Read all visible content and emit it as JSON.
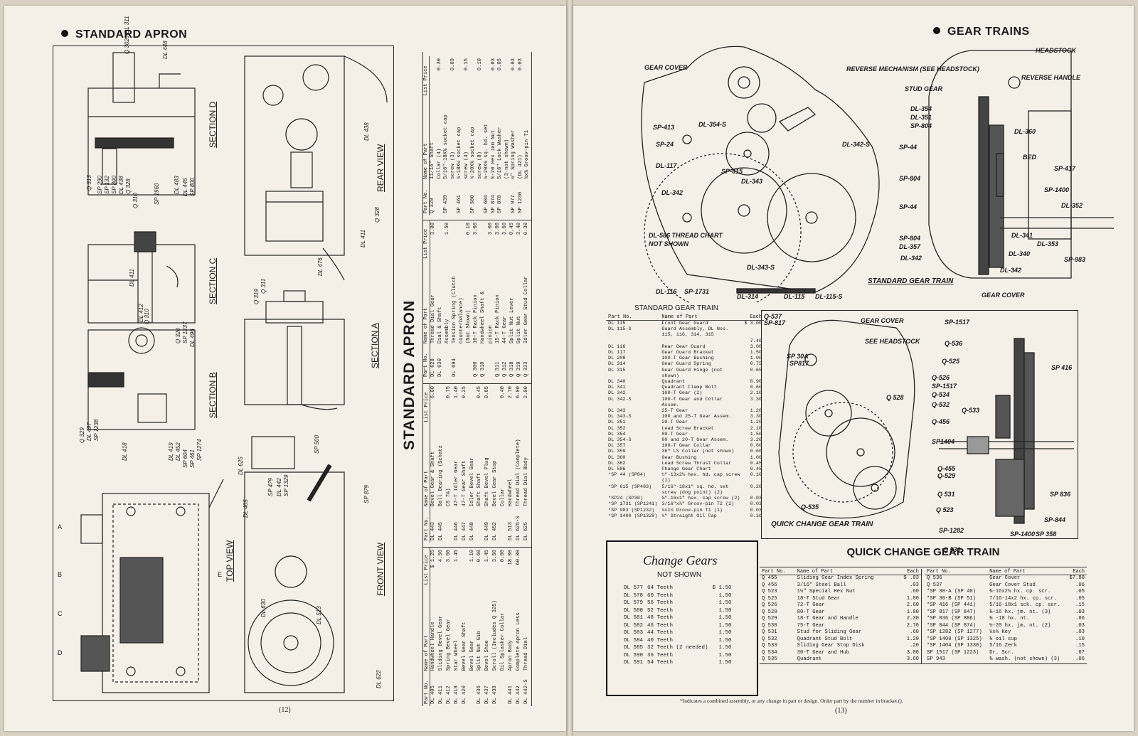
{
  "left_page": {
    "heading": "STANDARD APRON",
    "side_title": "STANDARD APRON",
    "page_number": "(12)",
    "view_labels": {
      "section_d": "SECTION D",
      "section_c": "SECTION C",
      "section_b": "SECTION B",
      "section_a": "SECTION A",
      "top_view": "TOP VIEW",
      "front_view": "FRONT VIEW",
      "rear_view": "REAR VIEW"
    },
    "callouts": [
      "Q 3020 DL 311",
      "DL 448",
      "Q 313",
      "SP 290",
      "SP 132",
      "SP 800",
      "DL 438",
      "Q 328",
      "Q 310",
      "SP 1960",
      "DL 483",
      "DL 445",
      "SP 800",
      "DL 411",
      "DL 412",
      "Q 310",
      "Q 320",
      "SP 1237",
      "DL 496",
      "Q 329",
      "DL 497",
      "SP 1238",
      "DL 418",
      "DL 419",
      "DL 452",
      "SP 604",
      "SP 461",
      "SP 1274",
      "DL 405",
      "DL 513",
      "DL 630",
      "DL 622",
      "DL 625",
      "SP 500",
      "SP 479",
      "DL 442",
      "SP 1329",
      "SP 879",
      "DL 476",
      "DL 411",
      "Q 328",
      "DL 438",
      "Q 319",
      "Q 311"
    ],
    "circle_labels": [
      "A",
      "B",
      "C",
      "D",
      "E"
    ],
    "table": {
      "headers": [
        "Part No.",
        "Name of Part",
        "List Price"
      ],
      "columns": [
        [
          [
            "DL 405",
            "Handwheel Handle",
            "$ 1.25"
          ],
          [
            "DL 411",
            "Sliding Bevel Gear",
            "4.50"
          ],
          [
            "DL 412",
            "Spring Bevel Gear",
            "3.60"
          ],
          [
            "DL 418",
            "Star Wheel",
            "1.45"
          ],
          [
            "DL 420",
            "Bevel Gear Shaft",
            ""
          ],
          [
            "",
            "Bevel Gear",
            "1.10"
          ],
          [
            "DL 436",
            "Split Nut Gib",
            "0.60"
          ],
          [
            "DL 437",
            "Bevel Shoe",
            "1.45"
          ],
          [
            "DL 438",
            "Scroll (Includes Q 325)",
            "3.50"
          ],
          [
            "",
            "Oil Splasher Collar",
            "0.60"
          ],
          [
            "DL 441",
            "Apron Body",
            "18.00"
          ],
          [
            "DL 442",
            "Complete Apron Less",
            "60.00"
          ],
          [
            "DL 442-S",
            "Thread Dial",
            ""
          ]
        ],
        [
          [
            "DL 443",
            "Bevel Gear & Shaft",
            "6.00"
          ],
          [
            "DL 445",
            "Ball Bearing (Schatz",
            ""
          ],
          [
            "",
            "CS 7A)",
            "0.75"
          ],
          [
            "DL 446",
            "47-T Idler Gear",
            "1.40"
          ],
          [
            "DL 447",
            "47-T Gear Shaft",
            "0.25"
          ],
          [
            "DL 448",
            "Idler Bevel Gear",
            ""
          ],
          [
            "",
            "Shaft Shaft",
            "0.45"
          ],
          [
            "DL 449",
            "Shaft Bevel Plug",
            "0.65"
          ],
          [
            "DL 452",
            "Bevel Gear Stop",
            ""
          ],
          [
            "",
            "Collar",
            "0.40"
          ],
          [
            "DL 513",
            "Handwheel",
            "2.70"
          ],
          [
            "DL 625-S",
            "Thread Dial (Complete)",
            "6.00"
          ],
          [
            "DL 625",
            "Thread Dial Body",
            "2.00"
          ]
        ],
        [
          [
            "DL 628",
            "Thread Dial Gear",
            "3.00"
          ],
          [
            "DL 630",
            "Dial & Shaft",
            ""
          ],
          [
            "",
            "Assembly",
            "1.50"
          ],
          [
            "DL 694",
            "Tension Spring (Clutch",
            ""
          ],
          [
            "",
            "Counterbalance)",
            ""
          ],
          [
            "",
            "(Not Shown)",
            "0.10"
          ],
          [
            "Q 300",
            "16-T Rack Pinion",
            "3.00"
          ],
          [
            "Q 310",
            "Handwheel Shaft &",
            ""
          ],
          [
            "",
            "pinion",
            "3.00"
          ],
          [
            "Q 311",
            "15-T Rack Pinion",
            "3.00"
          ],
          [
            "Q 312",
            "44-T Gear",
            "3.60"
          ],
          [
            "Q 318",
            "Split Nut Lever",
            "0.45"
          ],
          [
            "Q 319",
            "Split Nut",
            "3.40"
          ],
          [
            "Q 323",
            "Idler Gear Stud Collar",
            "0.30"
          ]
        ],
        [
          [
            "Q 329",
            "11/16\" Shaft",
            ""
          ],
          [
            "",
            "Collar (4)",
            "0.30"
          ],
          [
            "SP 439",
            "5/16\"-18X% socket cap",
            ""
          ],
          [
            "",
            "screw (3)",
            "0.09"
          ],
          [
            "SP 461",
            "¼-18X¼ socket cap",
            ""
          ],
          [
            "",
            "screw (4)",
            "0.15"
          ],
          [
            "SP 500",
            "¼-20X¾ socket cap",
            ""
          ],
          [
            "",
            "screw (8)",
            "0.10"
          ],
          [
            "SP 604",
            "¼-20X¾ sq. hd. set",
            ""
          ],
          [
            "SP 874",
            "%-20 Hex Jam Nut",
            "0.03"
          ],
          [
            "SP 878",
            "5/16\" Lock Washer",
            "0.05"
          ],
          [
            "",
            "(3-not shown)",
            ""
          ],
          [
            "SP 977",
            "¼\" Spring Washer",
            "0.03"
          ],
          [
            "SP 1230",
            "(DL 421)",
            "0.03"
          ],
          [
            "",
            "¼x¾ Groov-pin T1",
            ""
          ]
        ]
      ]
    }
  },
  "right_page": {
    "heading": "GEAR TRAINS",
    "page_number": "(13)",
    "footnote": "*Indicates a combined assembly, or any change in part or design. Order part by the number in bracket ().",
    "diagram_standard_title": "STANDARD GEAR TRAIN",
    "diagram_quick_title": "QUICK CHANGE GEAR TRAIN",
    "std_callouts": [
      "GEAR COVER",
      "REVERSE MECHANISM (SEE HEADSTOCK)",
      "SP-413",
      "SP-24",
      "DL-117",
      "DL-342",
      "DL-354-S",
      "DL-342-S",
      "SP-615",
      "DL-343",
      "DL-586 THREAD CHART",
      "NOT SHOWN",
      "DL-116",
      "SP-1731",
      "DL-314",
      "DL-115",
      "DL-115-S",
      "DL-343-S"
    ],
    "side_callouts": [
      "HEADSTOCK",
      "REVERSE HANDLE",
      "STUD GEAR",
      "DL-354",
      "DL-351",
      "SP-804",
      "DL-360",
      "SP-44",
      "BED",
      "SP-417",
      "SP-1400",
      "SP-804",
      "DL-352",
      "SP-44",
      "SP-804",
      "DL-357",
      "DL-342",
      "DL-341",
      "DL-340",
      "DL-353",
      "SP-983",
      "DL-342",
      "GEAR COVER"
    ],
    "qc_callouts": [
      "Q-537",
      "SP-817",
      "GEAR COVER",
      "SEE HEADSTOCK",
      "SP 30A",
      "SP817",
      "Q 528",
      "SP-1517",
      "Q-536",
      "Q-525",
      "Q-526",
      "SP-1517",
      "Q-534",
      "Q-532",
      "Q-533",
      "Q-456",
      "SP1404",
      "Q-455",
      "Q-529",
      "Q 531",
      "Q 523",
      "SP 416",
      "SP 836",
      "SP-844",
      "SP-1400",
      "SP 358",
      "SP-1282",
      "Q-535",
      "Q 530"
    ],
    "std_table": {
      "title": "STANDARD GEAR TRAIN",
      "headers": [
        "Part No.",
        "Name of Part",
        "Each"
      ],
      "rows": [
        [
          "DL 115",
          "Front Gear Guard",
          "$ 3.00"
        ],
        [
          "DL 115-S",
          "Guard Assembly, DL Nos. 115, 116, 314, 315",
          ""
        ],
        [
          "",
          "",
          "7.40"
        ],
        [
          "DL 116",
          "Rear Gear Guard",
          "3.00"
        ],
        [
          "DL 117",
          "Gear Guard Bracket",
          "1.50"
        ],
        [
          "DL 208",
          "100-T Gear Bushing",
          "1.00"
        ],
        [
          "DL 314",
          "Gear Guard Spring",
          "0.75"
        ],
        [
          "DL 315",
          "Gear Guard Hinge (not shown)",
          "0.65"
        ],
        [
          "DL 340",
          "Quadrant",
          "8.90"
        ],
        [
          "DL 341",
          "Quadrant Clamp Bolt",
          "0.60"
        ],
        [
          "DL 342",
          "100-T Gear (2)",
          "2.10"
        ],
        [
          "DL 342-S",
          "100-T Gear and Collar Assem.",
          "3.30"
        ],
        [
          "DL 343",
          "25-T Gear",
          "1.20"
        ],
        [
          "DL 343-S",
          "100 and 25-T Gear Assem.",
          "3.30"
        ],
        [
          "DL 351",
          "20-T Gear",
          "1.20"
        ],
        [
          "DL 352",
          "Lead Screw Bracket",
          "2.10"
        ],
        [
          "DL 354",
          "80-T Gear",
          "1.50"
        ],
        [
          "DL 354-S",
          "80 and 20-T Gear Assem.",
          "3.20"
        ],
        [
          "DL 357",
          "100-T Gear Collar",
          "0.60"
        ],
        [
          "DL 359",
          "36\" LS Collar (not shown)",
          "0.60"
        ],
        [
          "DL 360",
          "Gear Bushing",
          "1.00"
        ],
        [
          "DL 362",
          "Lead Screw Thrust Collar",
          "0.45"
        ],
        [
          "DL 586",
          "Change Gear Chart",
          "0.45"
        ],
        [
          "*SP 44 (SP84)",
          "½\"-13x2¼ hex. hd. cap screw (1)",
          "0.10"
        ],
        [
          "*SP 615 (SP483)",
          "5/16\"-18x1\" sq. hd. set screw (dog point) (2)",
          "0.20"
        ],
        [
          "*SP24 (SP30)",
          "⅜\"-16x1\" hex. cap screw (2)",
          "0.03"
        ],
        [
          "*SP 1731 (SP1241)",
          "3/16\"x⅞\" Groov-pin T2 (2)",
          "0.03"
        ],
        [
          "*SP 983 (SP1232)",
          "¼x1¼ Groov-pin T1 (1)",
          "0.03"
        ],
        [
          "*SP 1400 (SP1328)",
          "¼\" Straight Oil Cap",
          "0.10"
        ]
      ]
    },
    "change_gears": {
      "title": "Change Gears",
      "subtitle": "NOT SHOWN",
      "rows": [
        [
          "DL 577",
          "64 Teeth",
          "$ 1.50"
        ],
        [
          "DL 578",
          "60 Teeth",
          "1.50"
        ],
        [
          "DL 579",
          "56 Teeth",
          "1.50"
        ],
        [
          "DL 580",
          "52 Teeth",
          "1.50"
        ],
        [
          "DL 581",
          "48 Teeth",
          "1.50"
        ],
        [
          "DL 582",
          "46 Teeth",
          "1.50"
        ],
        [
          "DL 583",
          "44 Teeth",
          "1.50"
        ],
        [
          "DL 584",
          "40 Teeth",
          "1.50"
        ],
        [
          "DL 585",
          "32 Teeth (2 needed)",
          "1.50"
        ],
        [
          "DL 590",
          "36 Teeth",
          "1.50"
        ],
        [
          "DL 591",
          "54 Teeth",
          "1.50"
        ]
      ]
    },
    "qc_table": {
      "title": "QUICK CHANGE GEAR TRAIN",
      "headers": [
        "Part No.",
        "Name of Part",
        "Each"
      ],
      "left_rows": [
        [
          "Q 455",
          "Sliding Gear Index Spring",
          "$ .03"
        ],
        [
          "Q 456",
          "3/16\" Steel Ball",
          ".03"
        ],
        [
          "Q 523",
          "1¼\" Special Hex Nut",
          ".60"
        ],
        [
          "Q 525",
          "18-T Stud Gear",
          "1.80"
        ],
        [
          "Q 526",
          "72-T Gear",
          "2.60"
        ],
        [
          "Q 528",
          "80-T Gear",
          "1.80"
        ],
        [
          "Q 529",
          "18-T Gear and Handle",
          "2.30"
        ],
        [
          "Q 530",
          "75-T Gear",
          "2.70"
        ],
        [
          "Q 531",
          "Stud for Sliding Gear",
          ".60"
        ],
        [
          "Q 532",
          "Quadrant Stud Bolt",
          "1.20"
        ],
        [
          "Q 533",
          "Sliding Gear Stop Disk",
          ".20"
        ],
        [
          "Q 534",
          "30-T Gear and Hub",
          "3.00"
        ],
        [
          "Q 535",
          "Quadrant",
          "3.60"
        ]
      ],
      "right_rows": [
        [
          "Q 536",
          "Gear Cover",
          "$7.80"
        ],
        [
          "Q 537",
          "Gear Cover Stud",
          ".06"
        ],
        [
          "*SP 30-A (SP 40)",
          "⅜-16x2¼ hx. cp. scr.",
          ".05"
        ],
        [
          "*SP 30-B (SP 51)",
          "7/16-14x2 hx. cp. scr.",
          ".05"
        ],
        [
          "*SP 416 (SP 441)",
          "5/16-18x1 sck. cp. scr.",
          ".15"
        ],
        [
          "*SP 817 (SP 847)",
          "⅜-16 hx. jm. nt. (3)",
          ".03"
        ],
        [
          "*SP 836 (SP 886)",
          "⅜ -18 hx. nt.",
          ".06"
        ],
        [
          "*SP 844 (SP 874)",
          "½-20 hx. jm. nt. (2)",
          ".03"
        ],
        [
          "*SP 1282 (SP 1277)",
          "¼x¾ Key",
          ".03"
        ],
        [
          "*SP 1400 (SP 1325)",
          "¾ oil cup",
          ".10"
        ],
        [
          "*SP 1404 (SP 1330)",
          "5/16 Zerk",
          ".15"
        ],
        [
          "SP 1517 (SP 1223)",
          "Dr. Scr.",
          ".07"
        ],
        [
          "SP 943",
          "⅜ wash. (not shown) (3)",
          ".06"
        ]
      ]
    }
  }
}
